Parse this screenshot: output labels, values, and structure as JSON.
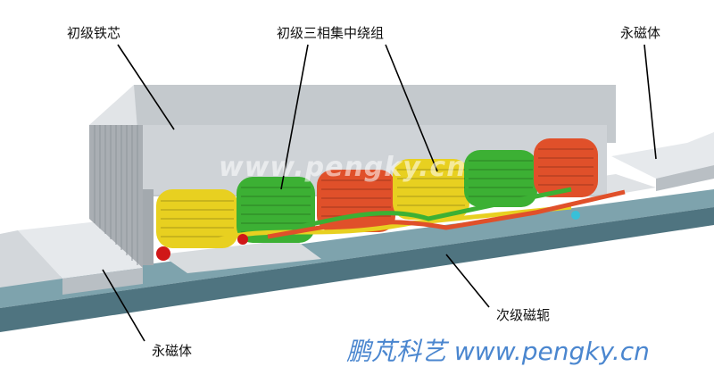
{
  "labels": {
    "primary_core": "初级铁芯",
    "primary_winding": "初级三相集中绕组",
    "magnet_top": "永磁体",
    "secondary_yoke": "次级磁轭",
    "magnet_bottom": "永磁体"
  },
  "watermark": "www.pengky.cn",
  "credit": "鹏芃科艺 www.pengky.cn",
  "colors": {
    "yellow_coil": "#e8d020",
    "green_coil": "#3cb034",
    "red_coil": "#e0502a",
    "yoke": "#5f8690",
    "magnet": "#dfe3e6",
    "core": "#c9cdd1",
    "credit": "#4a86cf"
  }
}
